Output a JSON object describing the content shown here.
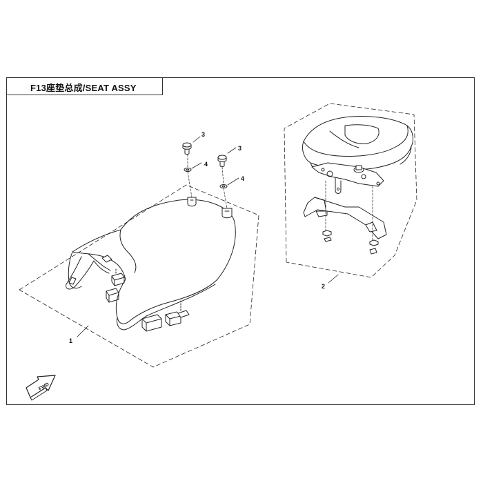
{
  "title": "F13座垫总成/SEAT ASSY",
  "fwd_label": "FWD",
  "callouts": [
    {
      "id": "1",
      "label": "1"
    },
    {
      "id": "2",
      "label": "2"
    },
    {
      "id": "3a",
      "label": "3"
    },
    {
      "id": "3b",
      "label": "3"
    },
    {
      "id": "4a",
      "label": "4"
    },
    {
      "id": "4b",
      "label": "4"
    }
  ]
}
